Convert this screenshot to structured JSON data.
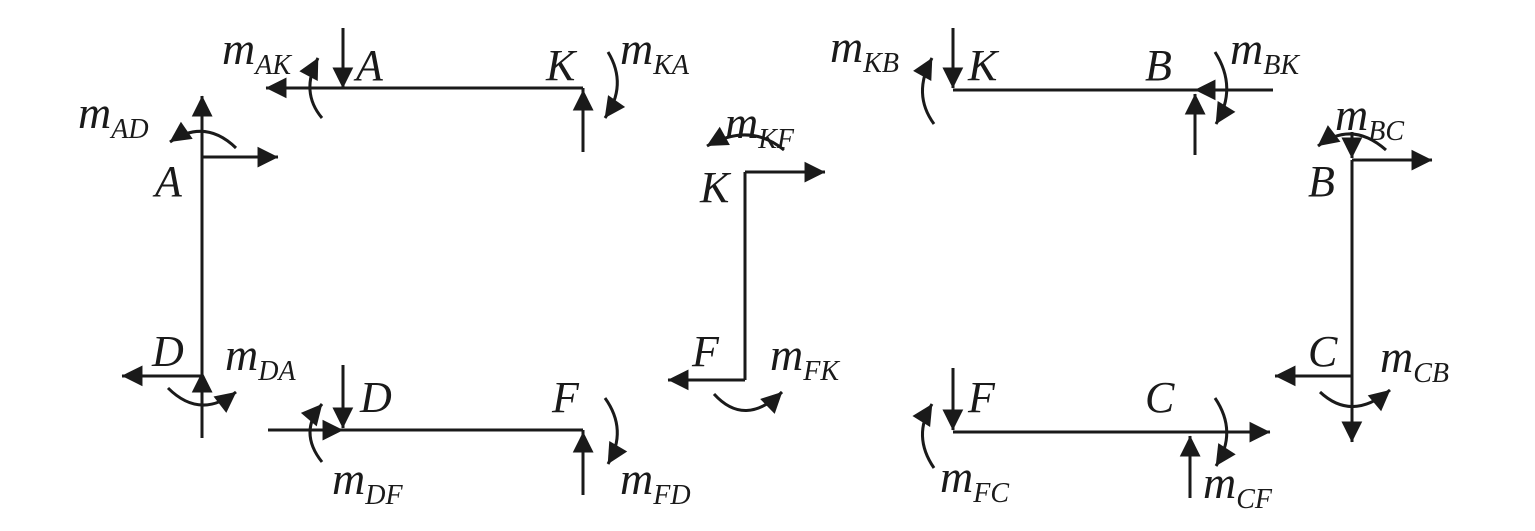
{
  "diagram": {
    "points": {
      "A": "A",
      "K": "K",
      "B": "B",
      "C": "C",
      "D": "D",
      "F": "F"
    },
    "moment_symbol": "m",
    "moments": {
      "AK": "AK",
      "KA": "KA",
      "AD": "AD",
      "DA": "DA",
      "DF": "DF",
      "FD": "FD",
      "KF": "KF",
      "FK": "FK",
      "KB": "KB",
      "BK": "BK",
      "BC": "BC",
      "CB": "CB",
      "FC": "FC",
      "CF": "CF"
    }
  }
}
